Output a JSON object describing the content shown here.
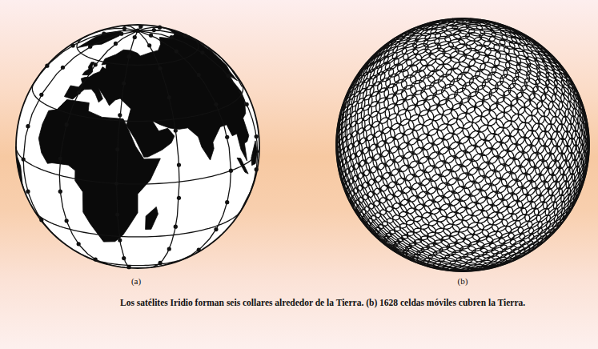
{
  "diagram": {
    "caption": "Los satélites Iridio forman seis collares alrededor de la Tierra. (b) 1628 celdas móviles cubren la Tierra.",
    "labels": [
      "(a)",
      "(b)"
    ]
  }
}
